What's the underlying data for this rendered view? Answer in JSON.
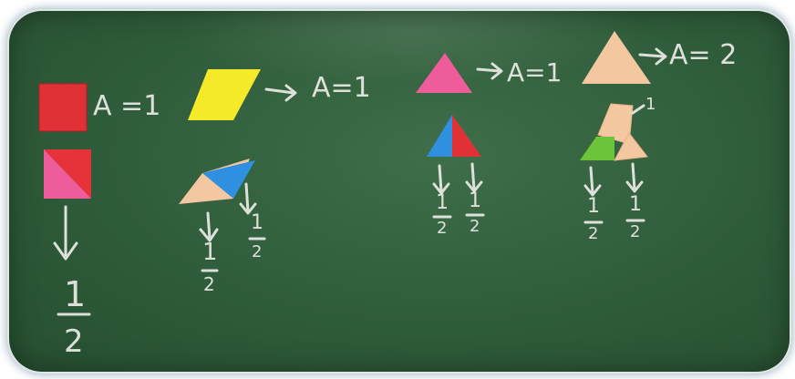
{
  "board": {
    "square": {
      "equation": "A =1",
      "fraction_num": "1",
      "fraction_den": "2"
    },
    "parallelogram": {
      "equation": "A=1",
      "left_fraction_num": "1",
      "left_fraction_den": "2",
      "right_fraction_num": "1",
      "right_fraction_den": "2"
    },
    "small_triangle": {
      "equation": "A=1",
      "left_fraction_num": "1",
      "left_fraction_den": "2",
      "right_fraction_num": "1",
      "right_fraction_den": "2"
    },
    "large_triangle": {
      "equation": "A= 2",
      "side_note": "1",
      "left_fraction_num": "1",
      "left_fraction_den": "2",
      "right_fraction_num": "1",
      "right_fraction_den": "2"
    },
    "colors": {
      "board": "#2f5c3a",
      "chalk": "#ecece6",
      "red": "#e03136",
      "pink": "#ee5c9c",
      "yellow": "#f4ea2a",
      "blue": "#2f8fe0",
      "peach": "#f3c7a0",
      "green": "#6cc43a"
    }
  }
}
